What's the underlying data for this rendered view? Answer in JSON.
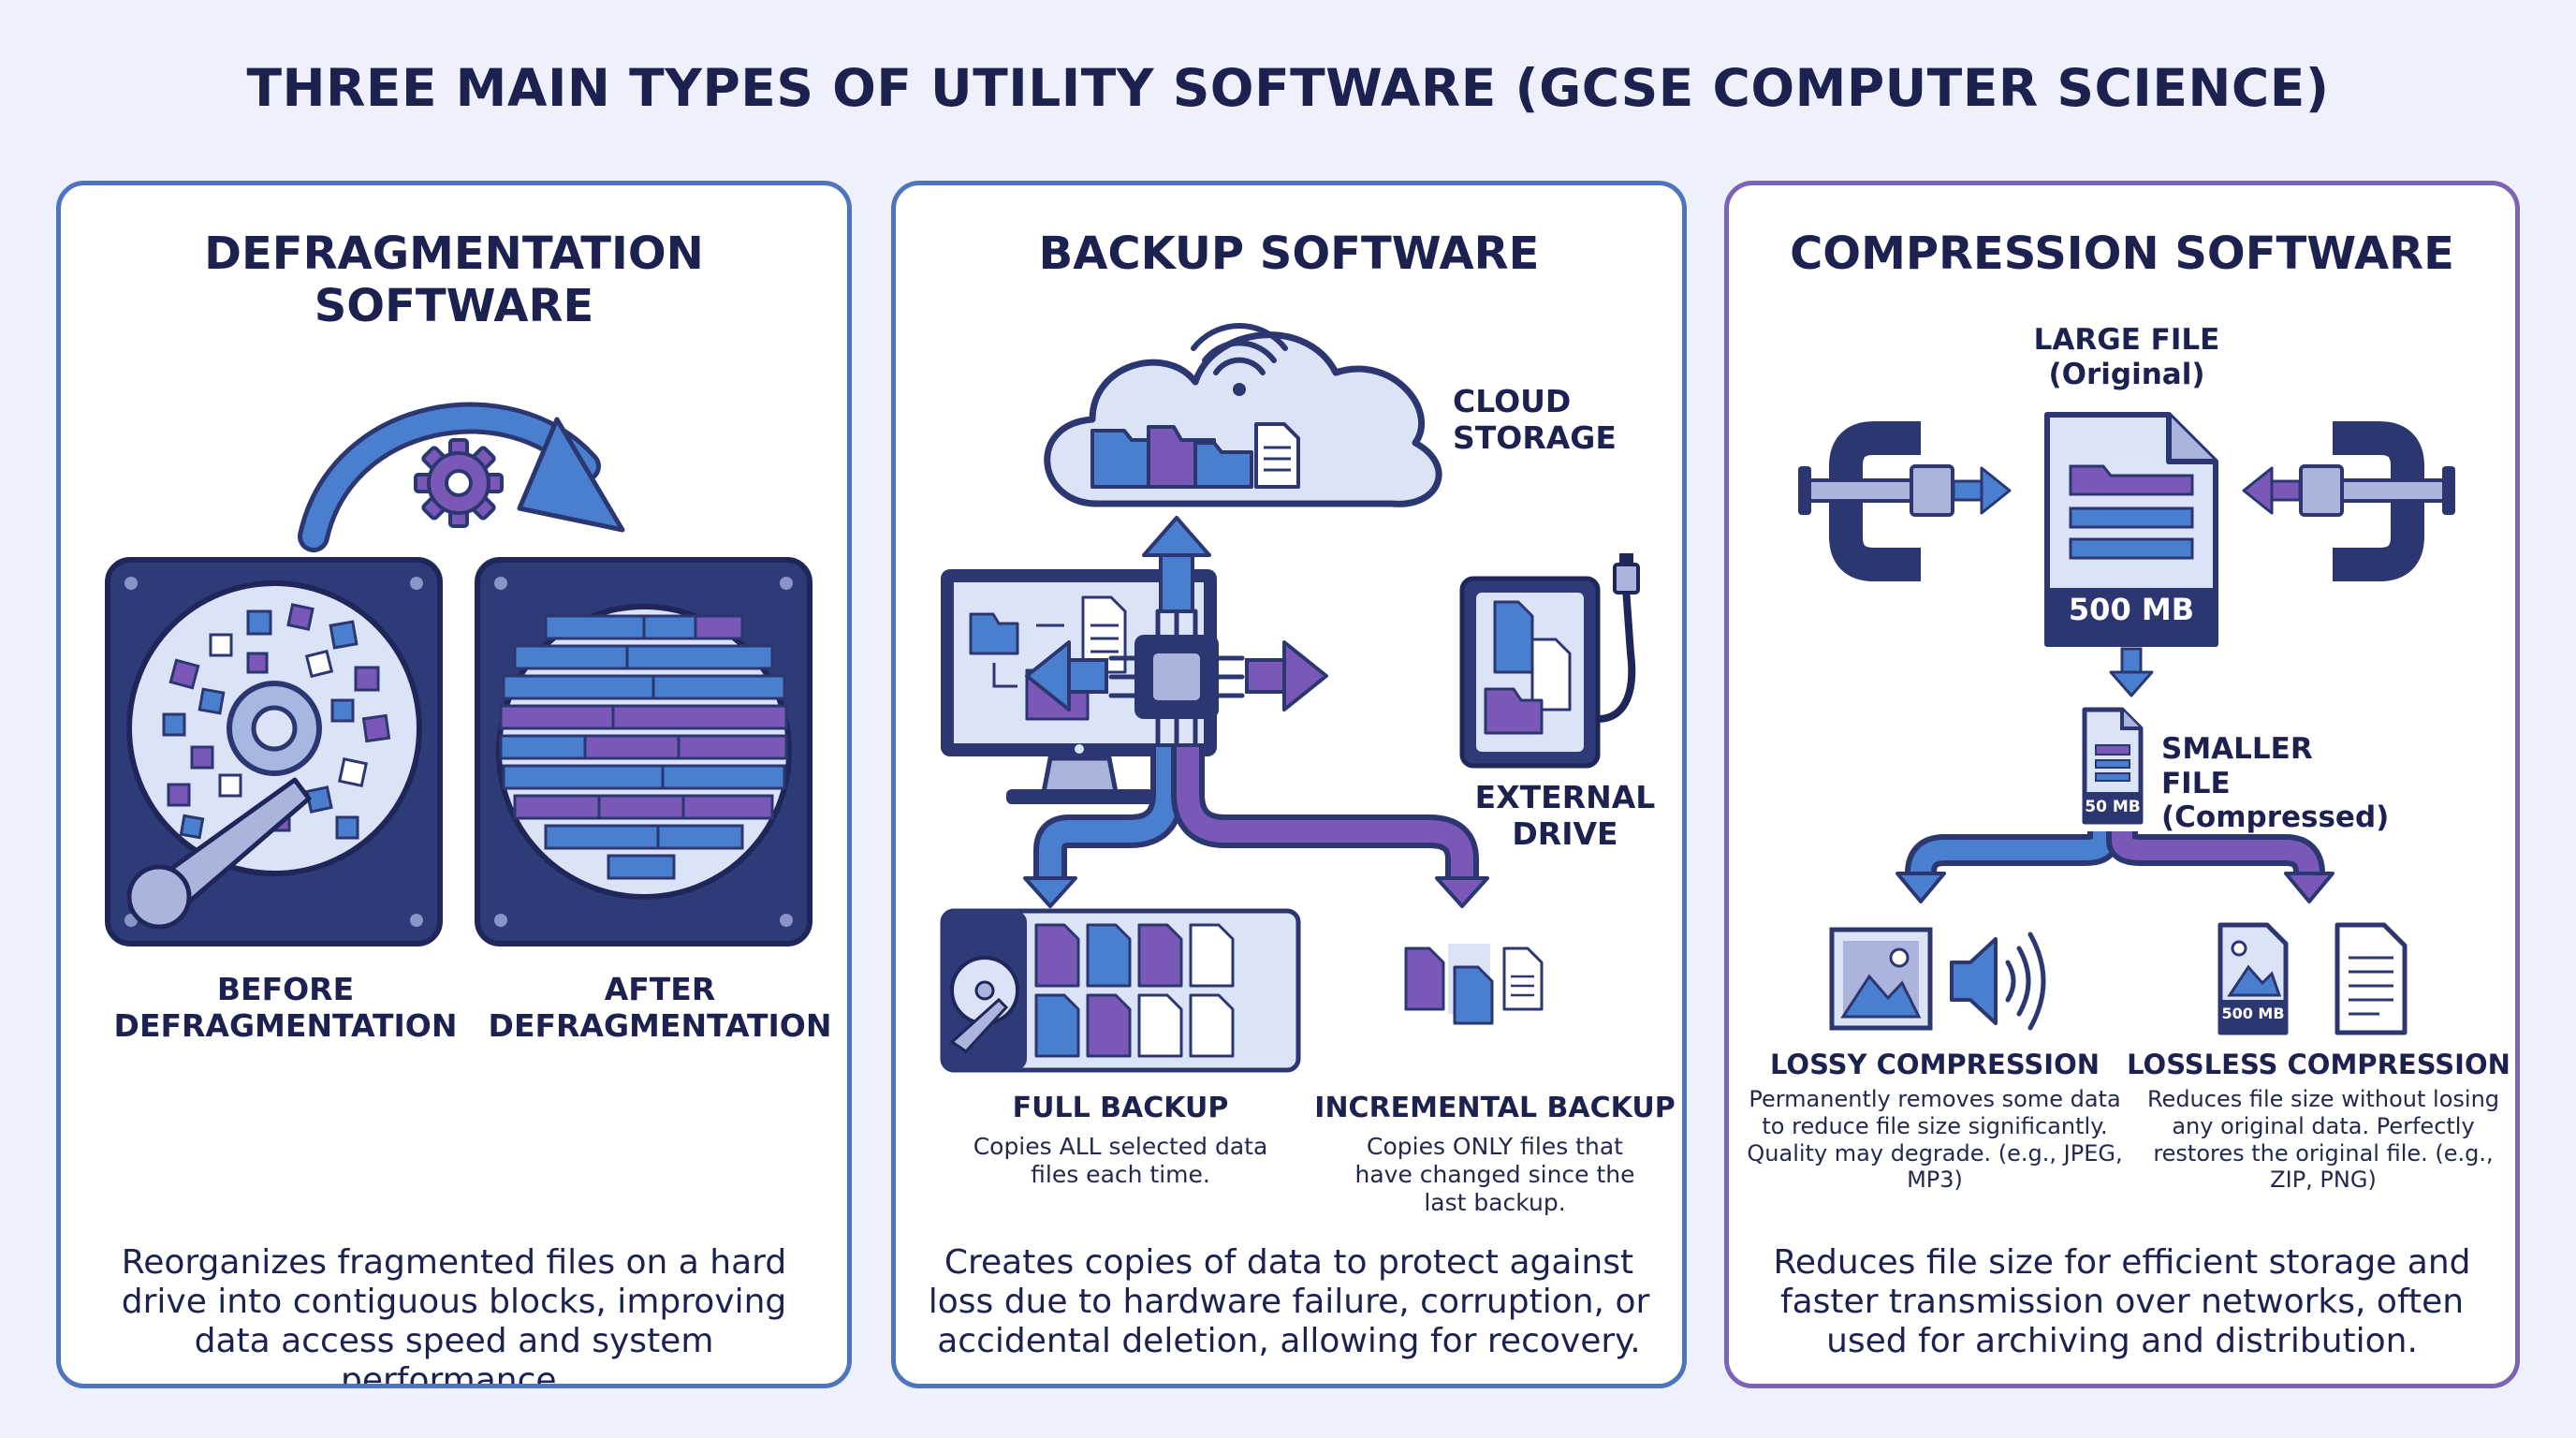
{
  "title": "THREE MAIN TYPES OF UTILITY SOFTWARE (GCSE COMPUTER SCIENCE)",
  "panels": {
    "defrag": {
      "title": "DEFRAGMENTATION SOFTWARE",
      "before_label": "BEFORE DEFRAGMENTATION",
      "after_label": "AFTER DEFRAGMENTATION",
      "description": "Reorganizes fragmented files on a hard drive into contiguous blocks, improving data access speed and system performance."
    },
    "backup": {
      "title": "BACKUP SOFTWARE",
      "cloud_label": "CLOUD STORAGE",
      "external_label": "EXTERNAL DRIVE",
      "full_title": "FULL BACKUP",
      "full_desc": "Copies ALL selected data files each time.",
      "incremental_title": "INCREMENTAL BACKUP",
      "incremental_desc": "Copies ONLY files that have changed since the last backup.",
      "description": "Creates copies of data to protect against loss due to hardware failure, corruption, or accidental deletion, allowing for recovery."
    },
    "compression": {
      "title": "COMPRESSION SOFTWARE",
      "large_label": "LARGE FILE (Original)",
      "large_size": "500 MB",
      "small_label": "SMALLER FILE (Compressed)",
      "small_size": "50 MB",
      "lossless_icon_size": "500 MB",
      "lossy_title": "LOSSY COMPRESSION",
      "lossy_desc": "Permanently removes some data to reduce file size significantly. Quality may degrade. (e.g., JPEG, MP3)",
      "lossless_title": "LOSSLESS COMPRESSION",
      "lossless_desc": "Reduces file size without losing any original data. Perfectly restores the original file. (e.g., ZIP, PNG)",
      "description": "Reduces file size for efficient storage and faster transmission over networks, often used for archiving and distribution."
    }
  },
  "colors": {
    "navy": "#2c3772",
    "blue": "#4a7fcf",
    "purple": "#7a58b8",
    "light": "#dbe3f6",
    "panel_border_blue": "#4d74bd",
    "panel_border_purple": "#7b63b5"
  }
}
